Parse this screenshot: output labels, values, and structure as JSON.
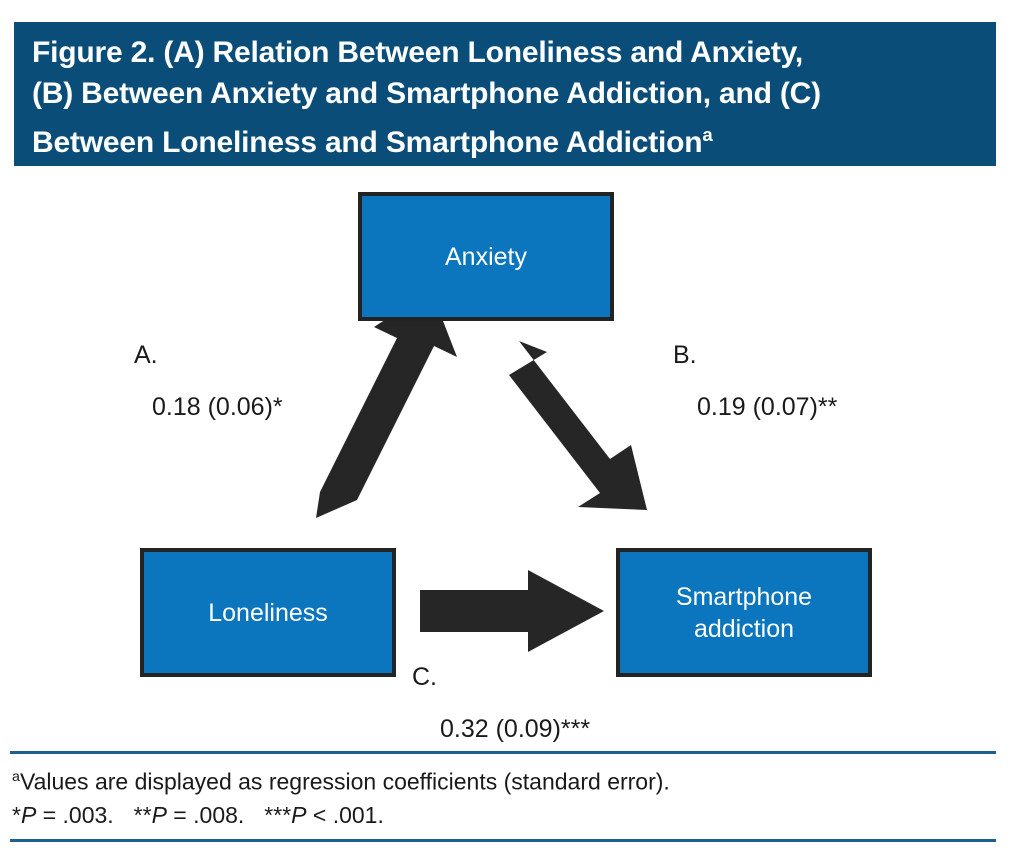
{
  "figure": {
    "title": "Figure 2. (A) Relation Between Loneliness and Anxiety,\n(B) Between Anxiety and Smartphone Addiction, and (C)\nBetween Loneliness and Smartphone Addiction",
    "title_superscript": "a",
    "colors": {
      "banner": "#0a4d79",
      "node_fill": "#0b76bd",
      "node_border": "#232323",
      "arrow": "#262626",
      "rule": "#1c5f90",
      "node_text": "#ffffff"
    }
  },
  "diagram": {
    "type": "mediation-path-diagram",
    "nodes": [
      {
        "id": "anxiety",
        "label": "Anxiety"
      },
      {
        "id": "loneliness",
        "label": "Loneliness"
      },
      {
        "id": "smartphone",
        "label": "Smartphone\naddiction"
      }
    ],
    "paths": [
      {
        "id": "a",
        "letter": "A.",
        "coefficient": "0.18 (0.06)*",
        "from": "Loneliness",
        "to": "Anxiety",
        "estimate": 0.18,
        "standard_error": 0.06,
        "significance": "*"
      },
      {
        "id": "b",
        "letter": "B.",
        "coefficient": "0.19 (0.07)**",
        "from": "Anxiety",
        "to": "Smartphone addiction",
        "estimate": 0.19,
        "standard_error": 0.07,
        "significance": "**"
      },
      {
        "id": "c",
        "letter": "C.",
        "coefficient": "0.32 (0.09)***",
        "from": "Loneliness",
        "to": "Smartphone addiction",
        "estimate": 0.32,
        "standard_error": 0.09,
        "significance": "***"
      }
    ]
  },
  "footnotes": {
    "marker": "a",
    "line1": "Values are displayed as regression coefficients (standard error).",
    "p_values": [
      {
        "stars": "*",
        "text": "P",
        "rest": " = .003."
      },
      {
        "stars": "**",
        "text": "P",
        "rest": " = .008."
      },
      {
        "stars": "***",
        "text": "P",
        "rest": " < .001."
      }
    ]
  }
}
